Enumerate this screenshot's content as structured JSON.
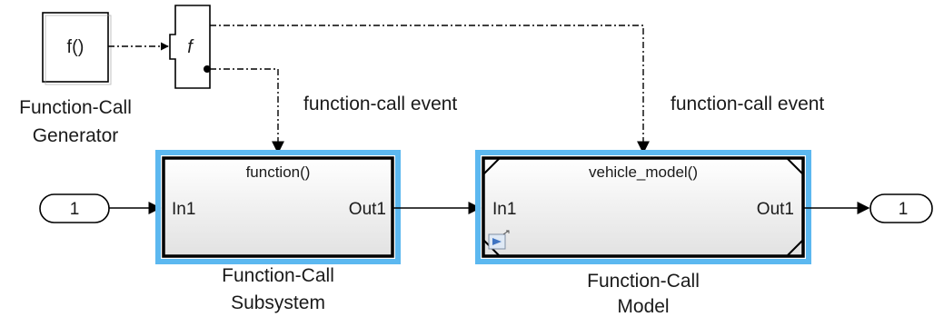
{
  "generator": {
    "symbol": "f()",
    "label_line1": "Function-Call",
    "label_line2": "Generator"
  },
  "splitter": {
    "symbol": "f"
  },
  "annotations": {
    "event_left": "function-call event",
    "event_right": "function-call event"
  },
  "inport": {
    "number": "1"
  },
  "outport": {
    "number": "1"
  },
  "subsystem": {
    "title": "function()",
    "in_port": "In1",
    "out_port": "Out1",
    "label_line1": "Function-Call",
    "label_line2": "Subsystem"
  },
  "model": {
    "title": "vehicle_model()",
    "in_port": "In1",
    "out_port": "Out1",
    "label_line1": "Function-Call",
    "label_line2": "Model"
  },
  "colors": {
    "highlight": "#5cb8f0",
    "block_fill_top": "#ffffff",
    "block_fill_bottom": "#e4e4e4"
  }
}
